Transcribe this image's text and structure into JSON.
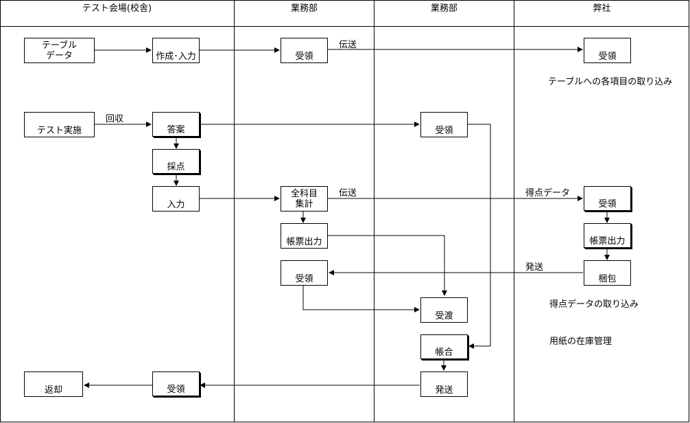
{
  "lanes": [
    {
      "title": "テスト会場(校舎)"
    },
    {
      "title": "業務部"
    },
    {
      "title": "業務部"
    },
    {
      "title": "弊社"
    }
  ],
  "nodes": {
    "table_data": "テーブル\nデータ",
    "create_input": "作成･入力",
    "receive_1": "受領",
    "receive_company_1": "受領",
    "test_exec": "テスト実施",
    "answer_sheet": "答案",
    "receive_2": "受領",
    "grading": "採点",
    "input": "入力",
    "all_subjects": "全科目\n集計",
    "receive_company_2": "受領",
    "form_output": "帳票出力",
    "company_form_output": "帳票出力",
    "receive_3": "受領",
    "pack": "梱包",
    "hand_over": "受渡",
    "match": "帳合",
    "return": "返却",
    "receive_4": "受領",
    "ship": "発送"
  },
  "labels": {
    "transmit_1": "伝送",
    "collect": "回収",
    "transmit_2": "伝送",
    "score_data": "得点データ",
    "ship_back": "発送"
  },
  "notes": {
    "import_items": "テーブルへの各項目の取り込み",
    "import_scores": "得点データの取り込み",
    "paper_stock": "用紙の在庫管理"
  }
}
